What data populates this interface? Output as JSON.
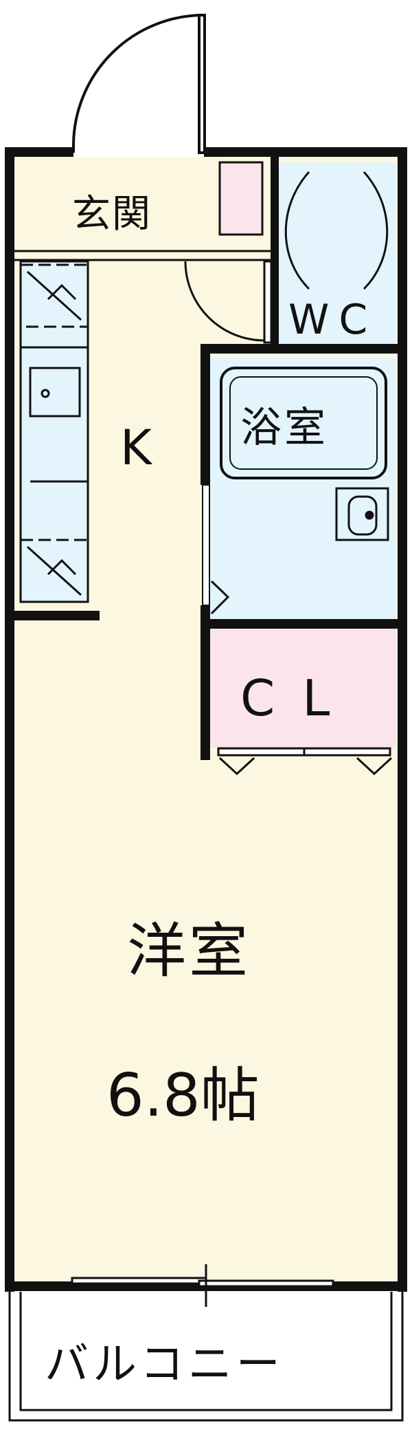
{
  "rooms": {
    "entrance": {
      "label": "玄関"
    },
    "toilet": {
      "label": "WC"
    },
    "kitchen": {
      "label": "K"
    },
    "bath": {
      "label": "浴室"
    },
    "closet": {
      "label": "CL"
    },
    "western_room": {
      "label": "洋室",
      "size": "6.8帖"
    },
    "balcony": {
      "label": "バルコニー"
    }
  },
  "colors": {
    "floor": "#FCF7E1",
    "wet_area": "#E3F4FC",
    "closet_fill": "#FBE4EC",
    "shoe_box": "#FBE4EC",
    "wall": "#111111"
  }
}
